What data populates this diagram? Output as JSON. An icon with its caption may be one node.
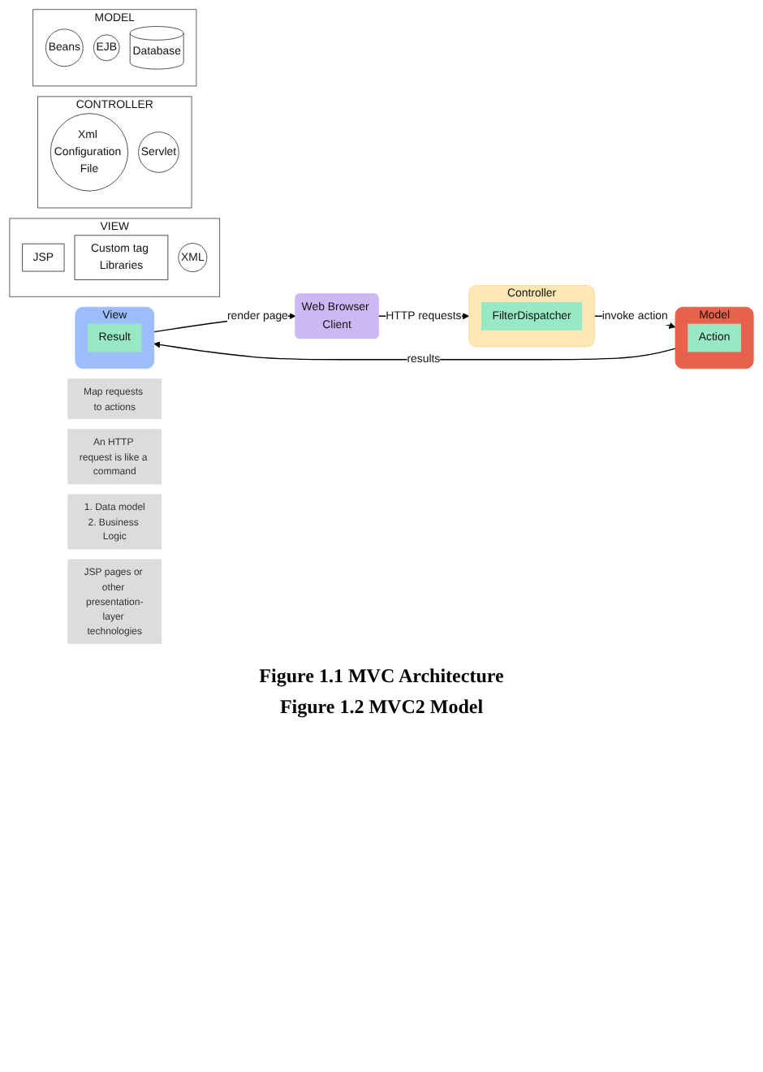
{
  "diagram": {
    "nodes": [
      {
        "text": [
          "Map requests to actions"
        ]
      },
      {
        "text": [
          "Controller"
        ]
      },
      {
        "text": [
          "FilterDispatcher"
        ],
        "in": 1
      },
      {
        "text": [
          "An HTTP request is like a command"
        ]
      },
      {
        "text": [
          "Web Browser Client"
        ]
      },
      {
        "text": [
          "Model"
        ]
      },
      {
        "text": [
          "Action"
        ],
        "in": 5
      },
      {
        "text": [
          "View"
        ]
      },
      {
        "text": [
          "Result"
        ],
        "in": 7
      },
      {
        "text": [
          "1. Data model",
          "2. Business Logic"
        ]
      },
      {
        "text": [
          "JSP pages or other presentation-layer technologies"
        ]
      },
      {
        "text": [
          "VIEW"
        ]
      },
      {
        "text": [
          "JSP"
        ],
        "in": 11
      },
      {
        "text": [
          "Custom tag Libraries"
        ],
        "in": 11
      },
      {
        "text": [
          "XML"
        ],
        "in": 11
      },
      {
        "text": [
          "CONTROLLER"
        ]
      },
      {
        "text": [
          "Xml Configuration File"
        ],
        "in": 15
      },
      {
        "text": [
          "Servlet"
        ],
        "in": 15
      },
      {
        "text": [
          "MODEL"
        ]
      },
      {
        "text": [
          "Beans"
        ],
        "in": 18
      },
      {
        "text": [
          "EJB"
        ],
        "in": 18
      },
      {
        "text": [
          "Database"
        ],
        "in": 18
      }
    ],
    "edges": [
      {
        "from": 1,
        "to": 5,
        "arrow": "to",
        "label": "invoke action"
      },
      {
        "from": 5,
        "to": 7,
        "arrow": "to",
        "label": "results"
      },
      {
        "from": 7,
        "to": 4,
        "arrow": "to",
        "label": "render page"
      },
      {
        "from": 4,
        "to": 1,
        "arrow": "to",
        "label": "HTTP requests"
      }
    ],
    "labels": [
      "Figure 1.1 MVC Architecture",
      "Figure 1.2 MVC2 Model"
    ]
  }
}
